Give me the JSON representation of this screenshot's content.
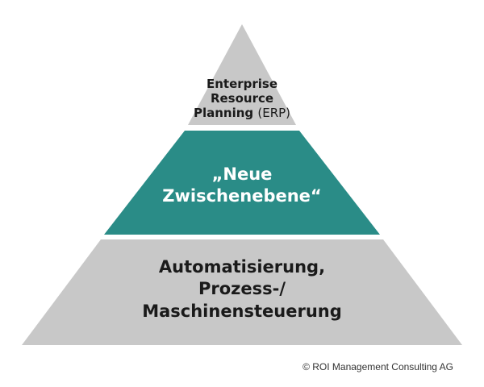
{
  "colors": {
    "top_level": "#c8c8c8",
    "middle_level": "#2a8c87",
    "bottom_level": "#c8c8c8",
    "separator": "#ffffff"
  },
  "levels": {
    "top": {
      "line1": "Enterprise",
      "line2": "Resource",
      "line3_bold": "Planning",
      "line3_normal": "(ERP)"
    },
    "middle": {
      "line1": "„Neue",
      "line2": "Zwischenebene“"
    },
    "bottom": {
      "line1": "Automatisierung,",
      "line2": "Prozess-/",
      "line3": "Maschinensteuerung"
    }
  },
  "footer": {
    "copyright": "© ROI Management Consulting AG"
  }
}
